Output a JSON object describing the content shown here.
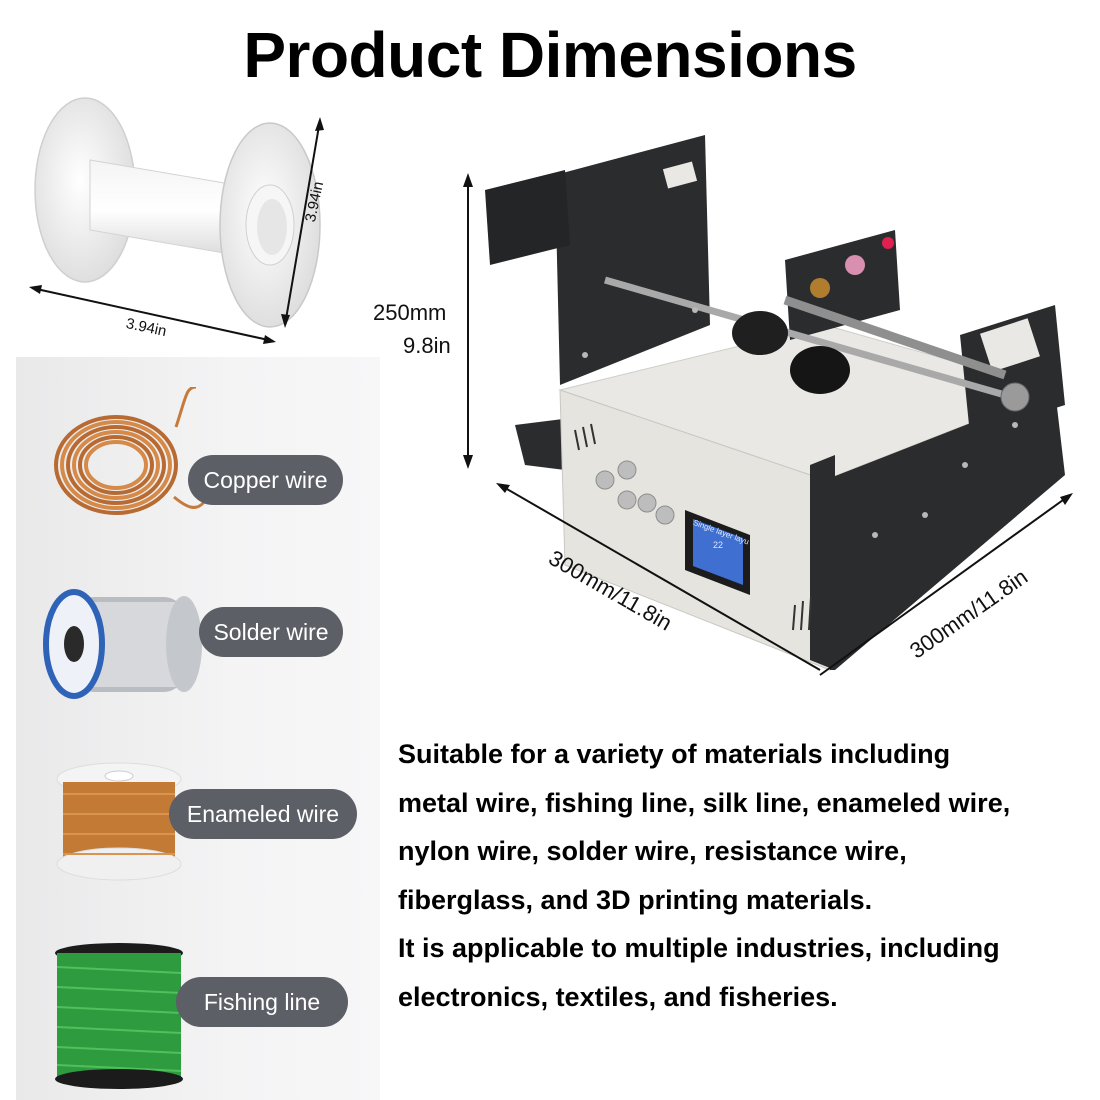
{
  "title": "Product Dimensions",
  "spool": {
    "width_label": "3.94in",
    "height_label": "3.94in"
  },
  "materials": [
    {
      "label": "Copper wire",
      "icon": "copper-wire-coil"
    },
    {
      "label": "Solder wire",
      "icon": "solder-wire-spool"
    },
    {
      "label": "Enameled wire",
      "icon": "enameled-wire-spool"
    },
    {
      "label": "Fishing line",
      "icon": "fishing-line-spool"
    }
  ],
  "machine": {
    "height_mm": "250mm",
    "height_in": "9.8in",
    "length_label": "300mm/11.8in",
    "depth_label": "300mm/11.8in",
    "screen_text": "Single layer layu",
    "screen_value": "22"
  },
  "description": {
    "line1": "Suitable for a variety of materials including",
    "line2": "metal wire, fishing line, silk line, enameled wire,",
    "line3": "nylon wire, solder wire, resistance wire,",
    "line4": "fiberglass, and 3D printing materials.",
    "line5": "It is applicable to multiple industries, including",
    "line6": "electronics, textiles, and fisheries."
  },
  "colors": {
    "label_bg": "#5c5f66",
    "panel_bg": "#eeeeef",
    "machine_black": "#2b2c2e",
    "machine_silver": "#e3e1dc",
    "screen_blue": "#3f6fd0"
  }
}
